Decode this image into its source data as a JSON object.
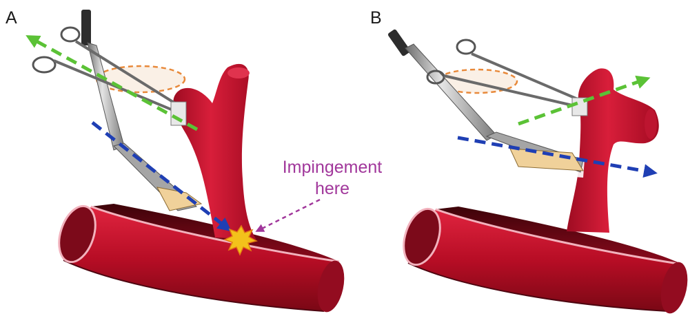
{
  "panels": [
    {
      "label": "A"
    },
    {
      "label": "B"
    }
  ],
  "annotation": {
    "line1": "Impingement",
    "line2": "here"
  },
  "colors": {
    "vessel_red": "#c8102e",
    "vessel_dark": "#5e0710",
    "green_arrow": "#5bc236",
    "blue_arrow": "#1f3fb4",
    "callout_purple": "#a1379b",
    "plane_orange": "#e8893a",
    "impact_yellow": "#f3c21b"
  }
}
